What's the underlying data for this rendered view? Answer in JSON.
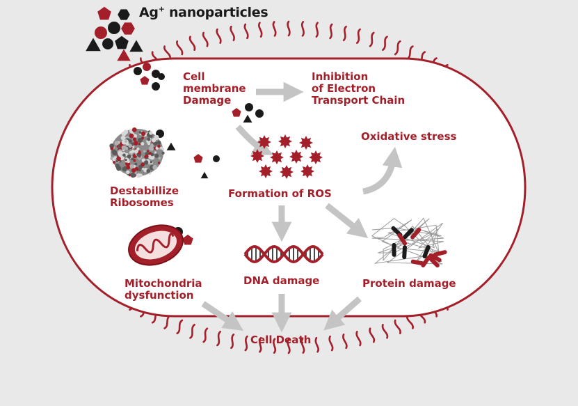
{
  "title": {
    "prefix": "Ag",
    "sup": "+",
    "suffix": " nanoparticles"
  },
  "labels": {
    "cell_membrane_1": "Cell",
    "cell_membrane_2": "membrane",
    "cell_membrane_3": "Damage",
    "inhibition_1": "Inhibition",
    "inhibition_2": "of Electron",
    "inhibition_3": "Transport Chain",
    "oxidative_stress": "Oxidative stress",
    "ribosomes_1": "Destabillize",
    "ribosomes_2": "Ribosomes",
    "ros": "Formation of ROS",
    "mito_1": "Mitochondria",
    "mito_2": "dysfunction",
    "dna": "DNA damage",
    "protein": "Protein damage",
    "death": "Cell Death"
  },
  "colors": {
    "accent": "#a3202a",
    "dark": "#1a1a1a",
    "arrow": "#c4c4c4",
    "cell_fill": "#ffffff",
    "background": "#e9e9e9"
  }
}
